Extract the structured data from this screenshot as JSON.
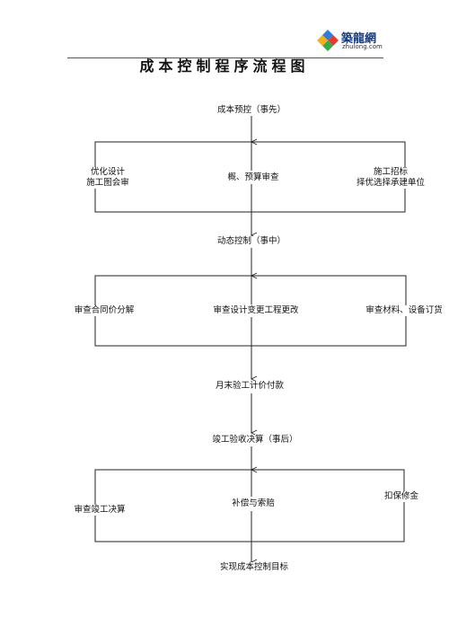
{
  "logo": {
    "name": "築龍網",
    "site": "zhulong.com",
    "colors": [
      "#2e7dd6",
      "#e03c31",
      "#39a845",
      "#f2b01e"
    ]
  },
  "title": "成本控制程序流程图",
  "nodes": {
    "pre_control": "成本预控（事先）",
    "optimize_design": "优化设计",
    "drawing_review": "施工图会审",
    "budget_review": "概、预算审查",
    "tender": "施工招标",
    "select_contractor": "择优选择承建单位",
    "dynamic_control": "动态控制（事中）",
    "contract_review": "审查合同价分解",
    "design_change_review": "审查设计变更工程更改",
    "material_order_review": "审查材料、设备订货",
    "monthly_payment": "月末验工计价付款",
    "completion_settlement": "竣工验收决算（事后）",
    "final_account_review": "审查竣工决算",
    "compensation_claims": "补偿与索赔",
    "retention_deduction": "扣保修金",
    "achieve_target": "实现成本控制目标"
  }
}
